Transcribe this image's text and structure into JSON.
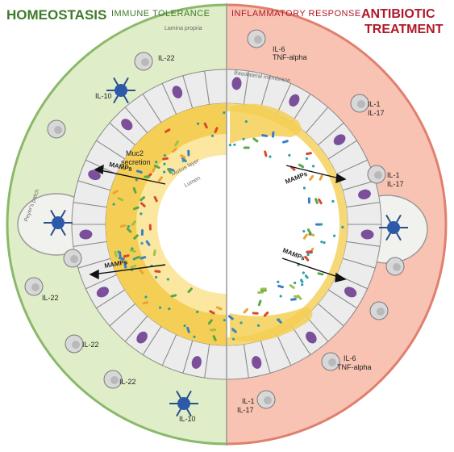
{
  "titles": {
    "left_main": "HOMEOSTASIS",
    "left_sub": "IMMUNE TOLERANCE",
    "right_main_line1": "ANTIBIOTIC",
    "right_main_line2": "TREATMENT",
    "right_sub": "INFLAMMATORY RESPONSE"
  },
  "regions": {
    "lamina_propria": "Lamina propria",
    "basolateral_membrane": "Basolateral membrane",
    "mucus_layer": "Mucus layer",
    "lumen": "Lumen",
    "peyers_patch": "Peyer's patch",
    "muc2_line1": "Muc2",
    "muc2_line2": "secretion"
  },
  "signals": {
    "mamps": "MAMPs"
  },
  "cytokines_left": {
    "il22_top": "IL-22",
    "il10_top": "IL-10",
    "il22_mid": "IL-22",
    "il22_low": "IL-22",
    "il22_bottom": "IL-22",
    "il10_bottom": "IL-10"
  },
  "cytokines_right": {
    "il6_top": "IL-6",
    "tnf_top": "TNF-alpha",
    "il1_a": "IL-1",
    "il17_a": "IL-17",
    "il1_b": "IL-1",
    "il17_b": "IL-17",
    "il6_bottom": "IL-6",
    "tnf_bottom": "TNF-alpha",
    "il1_c": "IL-1",
    "il17_c": "IL-17"
  },
  "colors": {
    "homeostasis_bg": "#dfeec8",
    "homeostasis_border": "#8bb86a",
    "inflammation_bg": "#f8c3b3",
    "inflammation_border": "#e07f6d",
    "mucus": "#f5cf55",
    "mucus_light": "#fbe7a0",
    "epithelium": "#ececec",
    "nucleus": "#7b4f9a",
    "dendritic": "#2d5aa8",
    "title_green": "#3f7a2a",
    "title_red": "#b0182a"
  }
}
